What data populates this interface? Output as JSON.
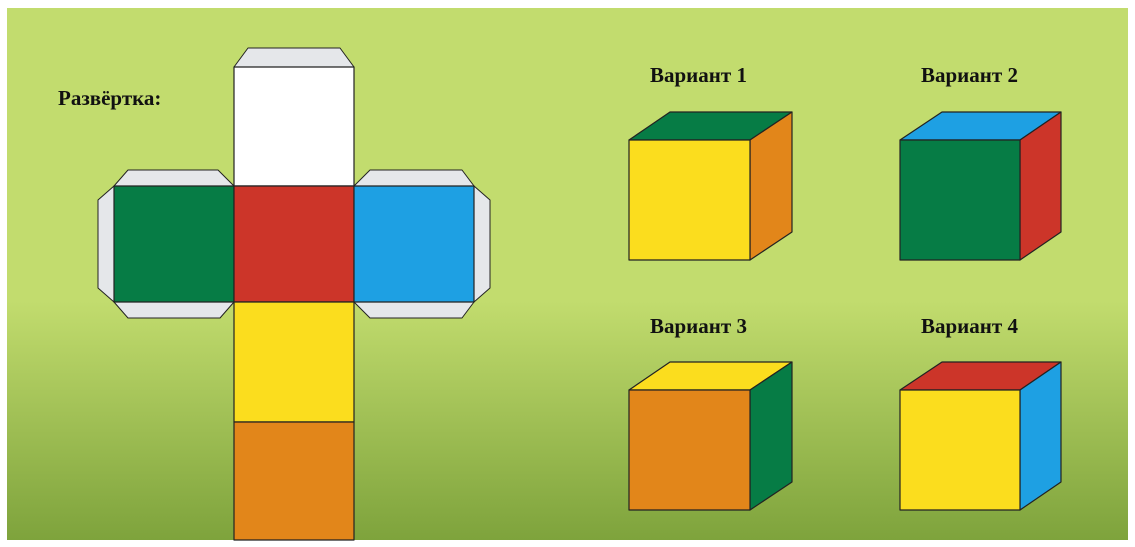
{
  "net": {
    "title": "Развёртка:",
    "faces": {
      "top": "white",
      "left": "green",
      "center": "red",
      "right": "blue",
      "below_center": "yellow",
      "bottom": "orange"
    }
  },
  "variants": [
    {
      "label": "Вариант 1",
      "faces": {
        "front": "yellow",
        "top": "green",
        "side": "orange"
      }
    },
    {
      "label": "Вариант 2",
      "faces": {
        "front": "green",
        "top": "blue",
        "side": "red"
      }
    },
    {
      "label": "Вариант 3",
      "faces": {
        "front": "orange",
        "top": "yellow",
        "side": "green"
      }
    },
    {
      "label": "Вариант 4",
      "faces": {
        "front": "yellow",
        "top": "red",
        "side": "blue"
      }
    }
  ],
  "colors": {
    "background_top": "#c2dc6e",
    "background_bottom": "#7ea33c",
    "white": "#ffffff",
    "green": "#067c45",
    "red": "#cc3529",
    "blue": "#1ea0e3",
    "yellow": "#fbdd1e",
    "orange": "#e2861a",
    "tab": "#e5e7ea",
    "outline": "#222222"
  }
}
